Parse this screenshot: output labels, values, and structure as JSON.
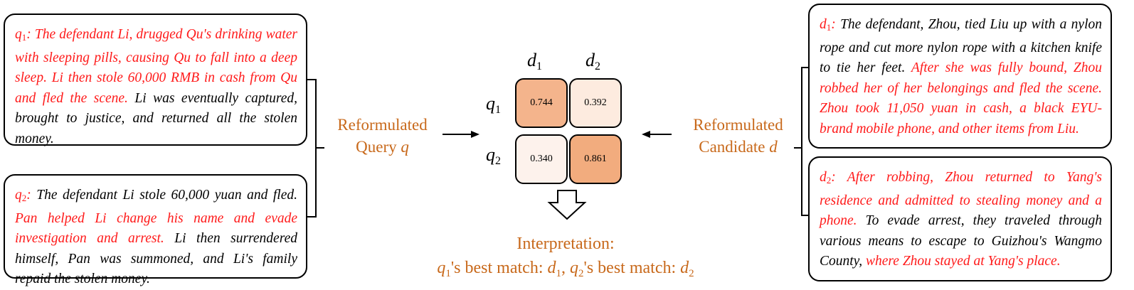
{
  "query_docs": [
    {
      "label": "q",
      "sub": "1",
      "segments": [
        {
          "text": "The defendant Li, drugged Qu's drinking water with sleeping pills, causing Qu to fall into a deep sleep. Li then stole 60,000 RMB in cash from Qu and fled the scene.",
          "highlight": true
        },
        {
          "text": " Li was eventually captured, brought to justice, and returned all the stolen money.",
          "highlight": false
        }
      ]
    },
    {
      "label": "q",
      "sub": "2",
      "segments": [
        {
          "text": "The defendant Li stole 60,000 yuan and fled.",
          "highlight": false
        },
        {
          "text": " Pan helped Li change his name and evade investigation and arrest.",
          "highlight": true
        },
        {
          "text": " Li then surrendered himself, Pan was summoned, and Li's family repaid the stolen money.",
          "highlight": false
        }
      ]
    }
  ],
  "candidate_docs": [
    {
      "label": "d",
      "sub": "1",
      "segments": [
        {
          "text": "The defendant, Zhou, tied Liu up with a nylon rope and cut more nylon rope with a kitchen knife to tie her feet.",
          "highlight": false
        },
        {
          "text": " After she was fully bound, Zhou robbed her of her belongings and fled the scene. Zhou took 11,050 yuan in cash, a black EYU-brand mobile phone, and other items from Liu.",
          "highlight": true
        }
      ]
    },
    {
      "label": "d",
      "sub": "2",
      "segments": [
        {
          "text": "After robbing, Zhou returned to Yang's residence and admitted to stealing money and a phone.",
          "highlight": true
        },
        {
          "text": " To evade arrest, they traveled through various means to escape to Guizhou's Wangmo County,",
          "highlight": false
        },
        {
          "text": " where Zhou stayed at Yang's place.",
          "highlight": true
        }
      ]
    }
  ],
  "labels": {
    "query_line1": "Reformulated",
    "query_line2": "Query ",
    "query_var": "q",
    "cand_line1": "Reformulated",
    "cand_line2": "Candidate ",
    "cand_var": "d"
  },
  "matrix": {
    "col_labels": [
      {
        "v": "d",
        "s": "1"
      },
      {
        "v": "d",
        "s": "2"
      }
    ],
    "row_labels": [
      {
        "v": "q",
        "s": "1"
      },
      {
        "v": "q",
        "s": "2"
      }
    ],
    "values": [
      [
        "0.744",
        "0.392"
      ],
      [
        "0.340",
        "0.861"
      ]
    ],
    "colors": [
      [
        "#f4b48c",
        "#fdebdf"
      ],
      [
        "#fdf2ec",
        "#f2ac7e"
      ]
    ]
  },
  "interpretation": {
    "title": "Interpretation:",
    "part1_var": "q",
    "part1_sub": "1",
    "part1_text": "'s best match: ",
    "part2_var": "d",
    "part2_sub": "1",
    "sep": ", ",
    "part3_var": "q",
    "part3_sub": "2",
    "part3_text": "'s best match: ",
    "part4_var": "d",
    "part4_sub": "2"
  },
  "colors": {
    "highlight": "#ff1a1a",
    "accent": "#c8691b"
  }
}
